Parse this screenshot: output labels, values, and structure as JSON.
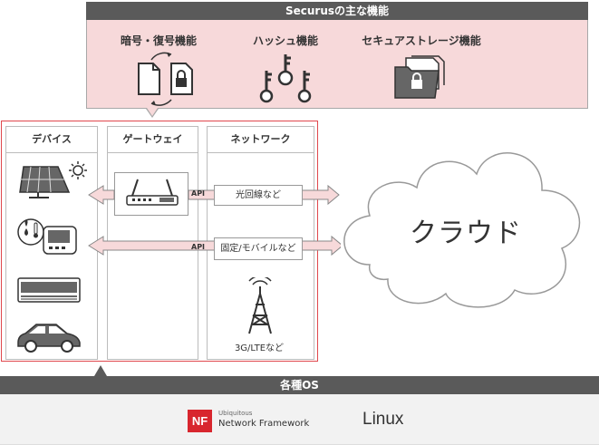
{
  "securus": {
    "title": "Securusの主な機能",
    "features": [
      {
        "label": "暗号・復号機能",
        "icon": "encrypt-decrypt-icon"
      },
      {
        "label": "ハッシュ機能",
        "icon": "hash-keys-icon"
      },
      {
        "label": "セキュアストレージ機能",
        "icon": "secure-storage-icon"
      }
    ]
  },
  "columns": {
    "devices": "デバイス",
    "gateway": "ゲートウェイ",
    "network": "ネットワーク"
  },
  "links": {
    "api1": "API",
    "line1": "光回線など",
    "api2": "API",
    "line2": "固定/モバイルなど",
    "cell": "3G/LTEなど"
  },
  "cloud": "クラウド",
  "os": {
    "title": "各種OS",
    "nf_logo": "NF",
    "nf_small": "Ubiquitous",
    "nf_name": "Network Framework",
    "linux": "Linux"
  },
  "colors": {
    "accent_red": "#e0484d",
    "pink": "#f7d9da",
    "dark_bar": "#5a5a5a"
  }
}
